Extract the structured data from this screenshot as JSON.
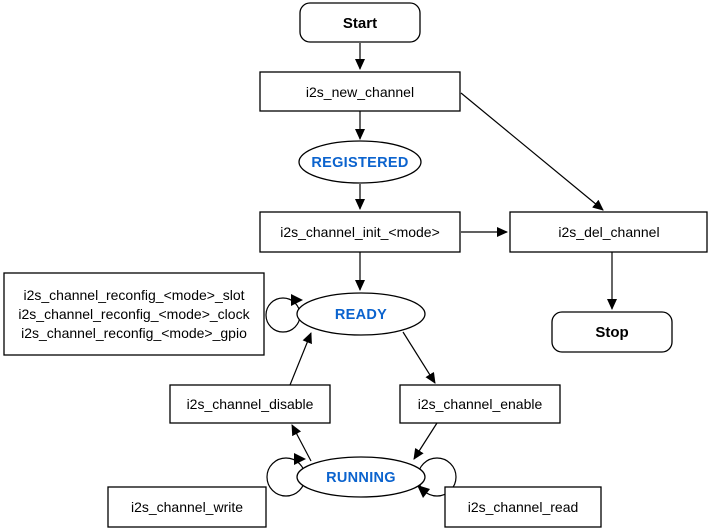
{
  "colors": {
    "state_text": "#0B63CE",
    "stroke": "#000000",
    "background": "#FFFFFF"
  },
  "nodes": {
    "start": {
      "label": "Start",
      "shape": "rounded-rect"
    },
    "new_channel": {
      "label": "i2s_new_channel",
      "shape": "rect"
    },
    "registered": {
      "label": "REGISTERED",
      "shape": "ellipse"
    },
    "init": {
      "label": "i2s_channel_init_<mode>",
      "shape": "rect"
    },
    "del_channel": {
      "label": "i2s_del_channel",
      "shape": "rect"
    },
    "stop": {
      "label": "Stop",
      "shape": "rounded-rect"
    },
    "ready": {
      "label": "READY",
      "shape": "ellipse"
    },
    "reconfig": {
      "shape": "rect",
      "lines": [
        "i2s_channel_reconfig_<mode>_slot",
        "i2s_channel_reconfig_<mode>_clock",
        "i2s_channel_reconfig_<mode>_gpio"
      ]
    },
    "disable": {
      "label": "i2s_channel_disable",
      "shape": "rect"
    },
    "enable": {
      "label": "i2s_channel_enable",
      "shape": "rect"
    },
    "running": {
      "label": "RUNNING",
      "shape": "ellipse"
    },
    "write": {
      "label": "i2s_channel_write",
      "shape": "rect"
    },
    "read": {
      "label": "i2s_channel_read",
      "shape": "rect"
    }
  },
  "edges": [
    {
      "from": "start",
      "to": "new_channel"
    },
    {
      "from": "new_channel",
      "to": "registered"
    },
    {
      "from": "new_channel",
      "to": "del_channel"
    },
    {
      "from": "registered",
      "to": "init"
    },
    {
      "from": "init",
      "to": "del_channel"
    },
    {
      "from": "init",
      "to": "ready"
    },
    {
      "from": "del_channel",
      "to": "stop"
    },
    {
      "from": "ready",
      "to": "ready",
      "note": "self-loop (reconfig)"
    },
    {
      "from": "ready",
      "to": "enable"
    },
    {
      "from": "disable",
      "to": "ready"
    },
    {
      "from": "enable",
      "to": "running"
    },
    {
      "from": "running",
      "to": "disable"
    },
    {
      "from": "running",
      "to": "running",
      "note": "self-loop left (write)"
    },
    {
      "from": "running",
      "to": "running",
      "note": "self-loop right (read)"
    }
  ]
}
